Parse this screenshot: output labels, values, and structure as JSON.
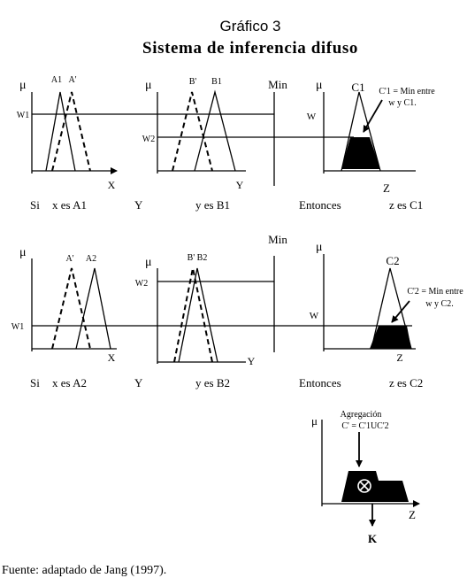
{
  "header": {
    "number_label": "Gráfico 3",
    "title": "Sistema de inferencia difuso"
  },
  "symbols": {
    "mu": "μ",
    "min": "Min",
    "x": "X",
    "y": "Y",
    "z": "Z",
    "w": "W",
    "w1": "W1",
    "w2": "W2",
    "k": "K",
    "otimes": "⊗"
  },
  "row1": {
    "set_a1": "A1",
    "set_a_prime": "A'",
    "set_b_prime": "B'",
    "set_b1": "B1",
    "set_c1": "C1",
    "note_line1": "C'1 = Min entre",
    "note_line2": "w  y  C1.",
    "rule": {
      "si": "Si",
      "antecedent_1": "x es A1",
      "and": "Y",
      "antecedent_2": "y es B1",
      "then": "Entonces",
      "consequent": "z es C1"
    }
  },
  "row2": {
    "set_a_prime": "A'",
    "set_a2": "A2",
    "set_b_prime_b2": "B' B2",
    "set_c2": "C2",
    "note_line1": "C'2 = Min entre",
    "note_line2": "w  y  C2.",
    "rule": {
      "si": "Si",
      "antecedent_1": "x es A2",
      "and": "Y",
      "antecedent_2": "y es B2",
      "then": "Entonces",
      "consequent": "z es C2"
    }
  },
  "aggregation": {
    "label_line1": "Agregación",
    "label_line2": "C' = C'1UC'2"
  },
  "source": "Fuente: adaptado de Jang (1997)."
}
